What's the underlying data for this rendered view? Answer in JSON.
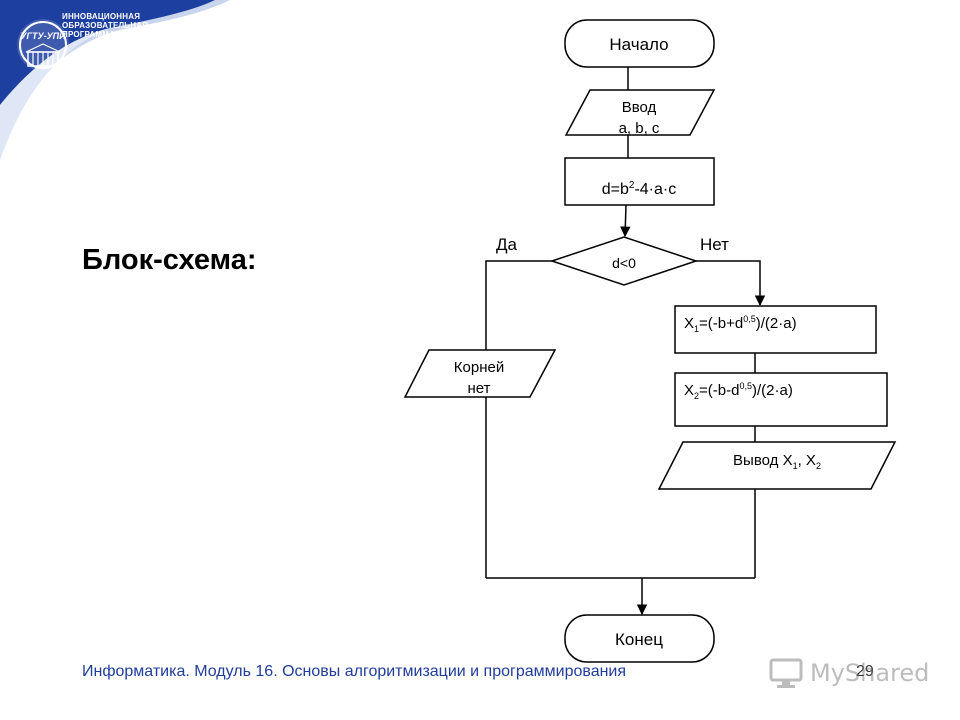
{
  "banner": {
    "title_lines": [
      "ИННОВАЦИОННАЯ",
      "ОБРАЗОВАТЕЛЬНАЯ",
      "ПРОГРАММА"
    ],
    "logo_text": "УГТУ-УПИ",
    "colors": {
      "primary": "#1d3f9f",
      "light": "#c9d5ee"
    }
  },
  "heading": "Блок-схема:",
  "flowchart": {
    "start": "Начало",
    "input": [
      "Ввод",
      "a, b, c"
    ],
    "calc_d": {
      "base": "d=b",
      "exp": "2",
      "rest": "-4·a·c"
    },
    "condition": "d<0",
    "yes_label": "Да",
    "no_label": "Нет",
    "no_roots": [
      "Корней",
      "нет"
    ],
    "x1": {
      "x": "X",
      "sub": "1",
      "pre": "=(-b+d",
      "exp": "0,5",
      "post": ")/(2·a)"
    },
    "x2": {
      "x": "X",
      "sub": "2",
      "pre": "=(-b-d",
      "exp": "0,5",
      "post": ")/(2·a)"
    },
    "output": {
      "pre": "Вывод X",
      "sub1": "1",
      "mid": ", X",
      "sub2": "2"
    },
    "end": "Конец"
  },
  "footer": {
    "text": "Информатика. Модуль 16. Основы алгоритмизации и программирования",
    "page": "29"
  },
  "watermark": {
    "text": "MyShared",
    "icon": "monitor-icon"
  }
}
